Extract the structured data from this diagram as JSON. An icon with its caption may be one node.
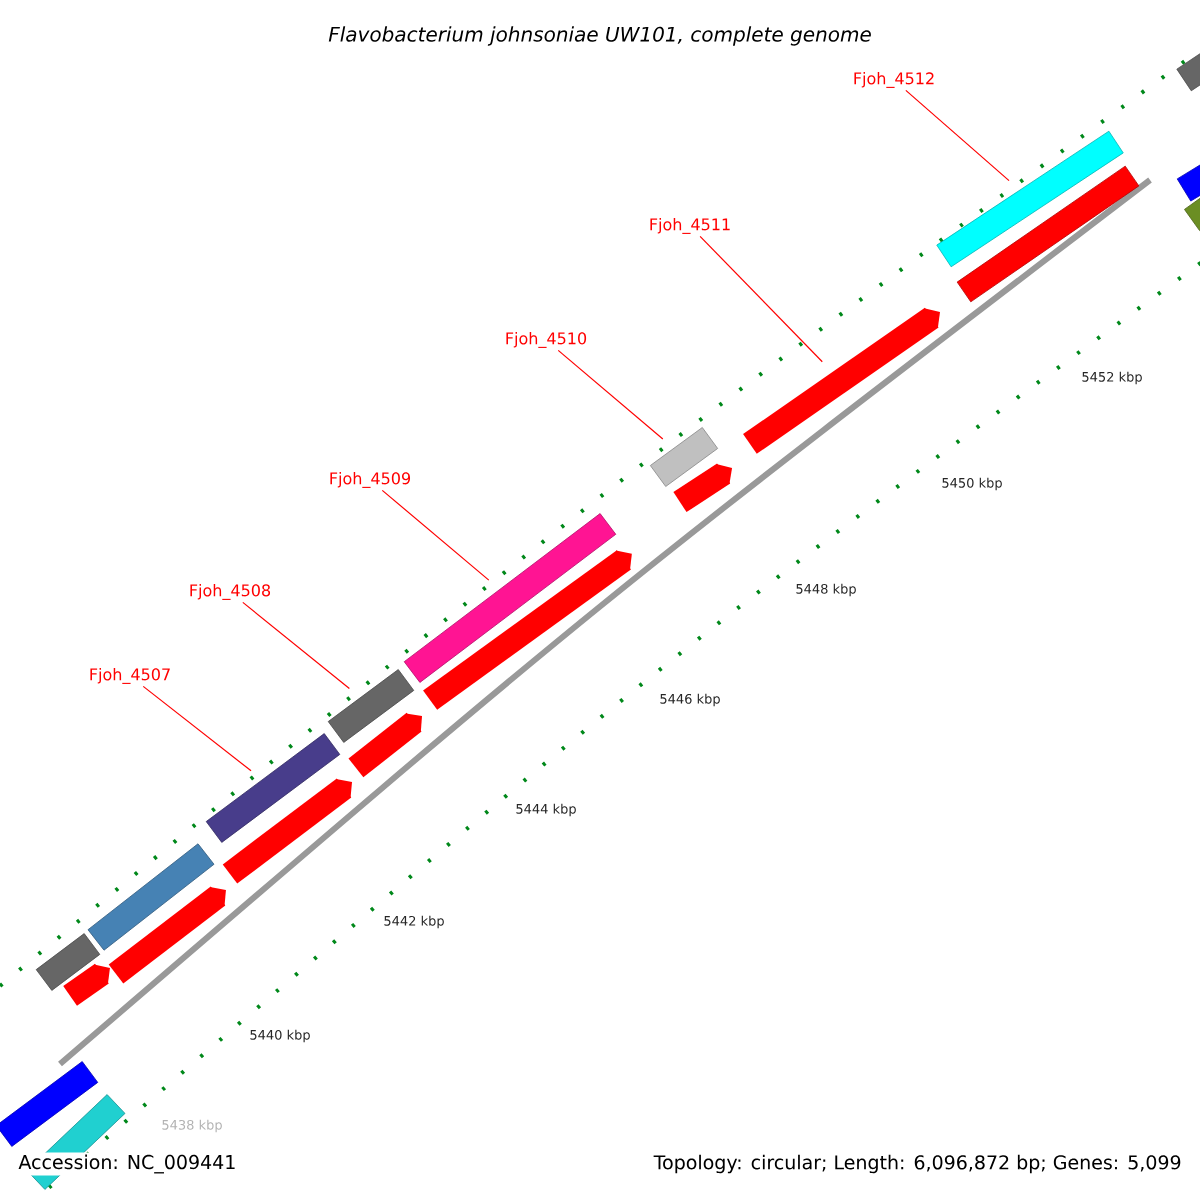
{
  "diagram": {
    "title": "Flavobacterium johnsoniae UW101, complete genome",
    "nodes": [
      {
        "text": [
          "Fjoh_4507"
        ]
      },
      {
        "text": [
          "Fjoh_4508"
        ]
      },
      {
        "text": [
          "Fjoh_4509"
        ]
      },
      {
        "text": [
          "Fjoh_4510"
        ]
      },
      {
        "text": [
          "Fjoh_4511"
        ]
      },
      {
        "text": [
          "Fjoh_4512"
        ]
      },
      {
        "text": [],
        "shape": "bar"
      },
      {
        "text": [],
        "shape": "bar"
      },
      {
        "text": [],
        "shape": "bar"
      },
      {
        "text": [],
        "shape": "bar"
      },
      {
        "text": [],
        "shape": "bar"
      },
      {
        "text": [],
        "shape": "bar"
      },
      {
        "text": [],
        "shape": "bar"
      },
      {
        "text": [],
        "shape": "bar"
      },
      {
        "text": [],
        "shape": "bar"
      },
      {
        "text": [],
        "shape": "bar"
      },
      {
        "text": [],
        "shape": "bar"
      },
      {
        "text": [],
        "shape": "bar"
      },
      {
        "text": [],
        "shape": "bar"
      },
      {
        "text": [],
        "shape": "bar"
      },
      {
        "text": [],
        "shape": "bar"
      },
      {
        "text": [],
        "shape": "bar"
      },
      {
        "text": [],
        "shape": "bar"
      },
      {
        "text": [],
        "shape": "bar"
      },
      {
        "text": [],
        "shape": "bar"
      },
      {
        "text": [],
        "shape": "bar"
      }
    ],
    "edges": [
      {
        "from": 0,
        "to": 12,
        "arrow": "none"
      },
      {
        "from": 1,
        "to": 14,
        "arrow": "none"
      },
      {
        "from": 2,
        "to": 16,
        "arrow": "none"
      },
      {
        "from": 3,
        "to": 18,
        "arrow": "none"
      },
      {
        "from": 4,
        "to": 20,
        "arrow": "none"
      },
      {
        "from": 5,
        "to": 21,
        "arrow": "none"
      }
    ],
    "labels": [
      "5452 kbp",
      "5450 kbp",
      "5448 kbp",
      "5446 kbp",
      "5444 kbp",
      "5442 kbp",
      "5440 kbp",
      "5438 kbp",
      "Accession: NC_009441",
      "Topology: circular; Length: 6,096,872 bp; Genes: 5,099"
    ]
  }
}
